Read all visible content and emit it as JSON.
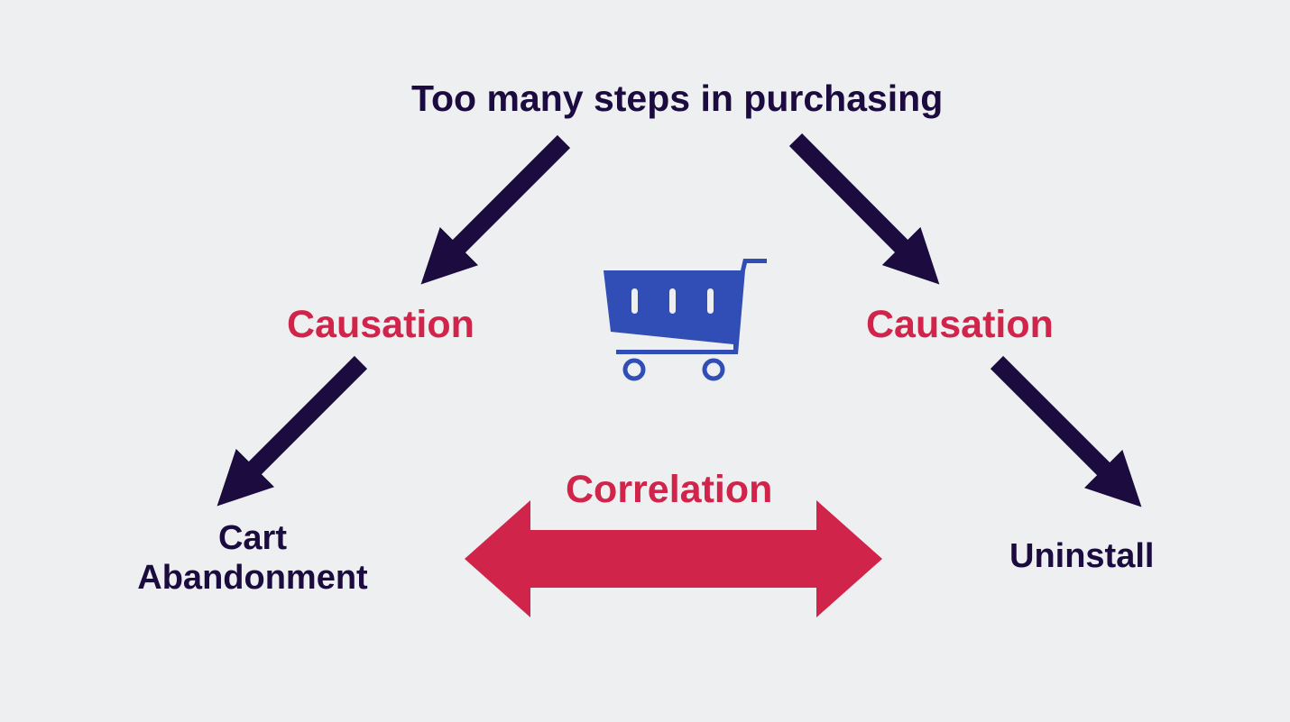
{
  "title": "Too many steps in purchasing",
  "left_label": "Causation",
  "right_label": "Causation",
  "middle_label": "Correlation",
  "left_outcome_line1": "Cart",
  "left_outcome_line2": "Abandonment",
  "right_outcome": "Uninstall",
  "icon": "shopping-cart-icon",
  "colors": {
    "dark": "#1b0b3f",
    "red": "#d0244a",
    "blue": "#304eb5",
    "background": "#eeeff1"
  }
}
